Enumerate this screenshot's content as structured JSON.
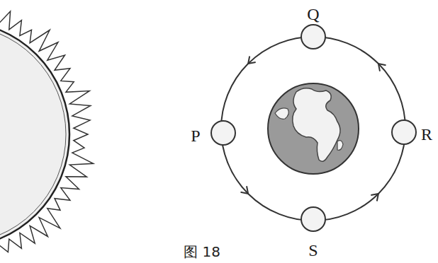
{
  "diagram": {
    "labels": [
      "Q",
      "P",
      "R",
      "S",
      "图 18"
    ]
  }
}
